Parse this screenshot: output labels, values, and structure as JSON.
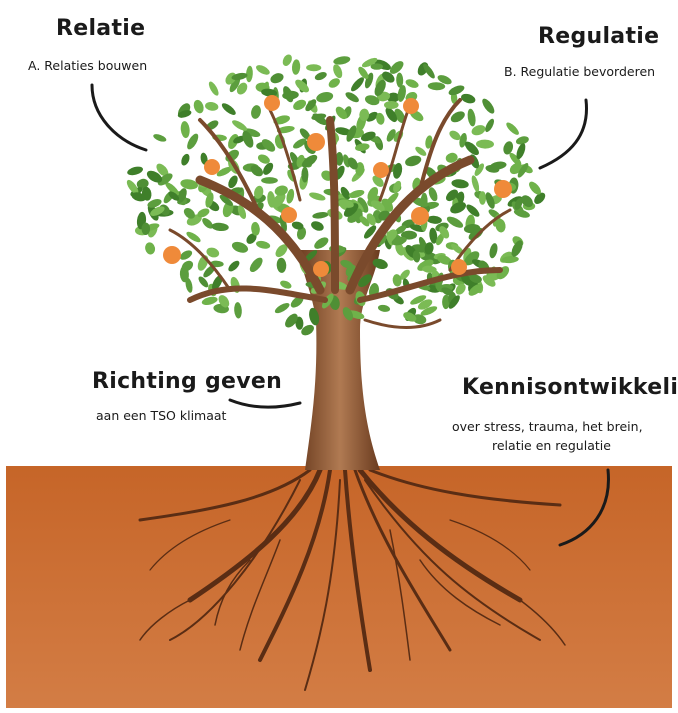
{
  "labels": {
    "relatie": {
      "title": "Relatie",
      "subtitle": "A. Relaties bouwen"
    },
    "regulatie": {
      "title": "Regulatie",
      "subtitle": "B. Regulatie bevorderen"
    },
    "richting": {
      "title": "Richting geven",
      "subtitle": "aan een TSO klimaat"
    },
    "kennis": {
      "title": "Kennisontwikkeling",
      "lines": [
        "over stress, trauma, het brein,",
        "relatie en regulatie"
      ]
    }
  },
  "colors": {
    "soil": "#c96a30",
    "soil_dark": "#a9521f",
    "leaf": "#5c9e3e",
    "trunk": "#8a5634",
    "fruit": "#ef8a3a",
    "root": "#5a2d14",
    "ink": "#1a1a1a"
  }
}
